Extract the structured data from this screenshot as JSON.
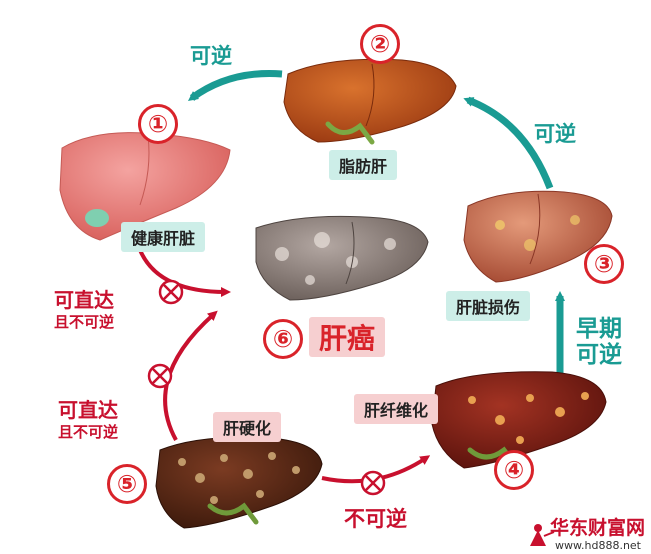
{
  "stages": {
    "s1": {
      "number": "①",
      "label": "健康肝脏"
    },
    "s2": {
      "number": "②",
      "label": "脂肪肝"
    },
    "s3": {
      "number": "③",
      "label": "肝脏损伤"
    },
    "s4": {
      "number": "④",
      "label": "肝纤维化"
    },
    "s5": {
      "number": "⑤",
      "label": "肝硬化"
    },
    "s6": {
      "number": "⑥",
      "label": "肝癌"
    }
  },
  "transitions": {
    "reversible_2_1": "可逆",
    "reversible_3_2": "可逆",
    "early_reversible_line1": "早期",
    "early_reversible_line2": "可逆",
    "irreversible_5_4": "不可逆",
    "direct_1_6_line1": "可直达",
    "direct_1_6_line2": "且不可逆",
    "direct_5_6_line1": "可直达",
    "direct_5_6_line2": "且不可逆"
  },
  "watermark": {
    "name": "华东财富网",
    "url": "www.hd888.net"
  },
  "colors": {
    "teal": "#1a9b93",
    "red": "#c8102e",
    "badge_red": "#d9232a",
    "green_label": "#cdeee8",
    "pink_label": "#f6cfd0"
  }
}
